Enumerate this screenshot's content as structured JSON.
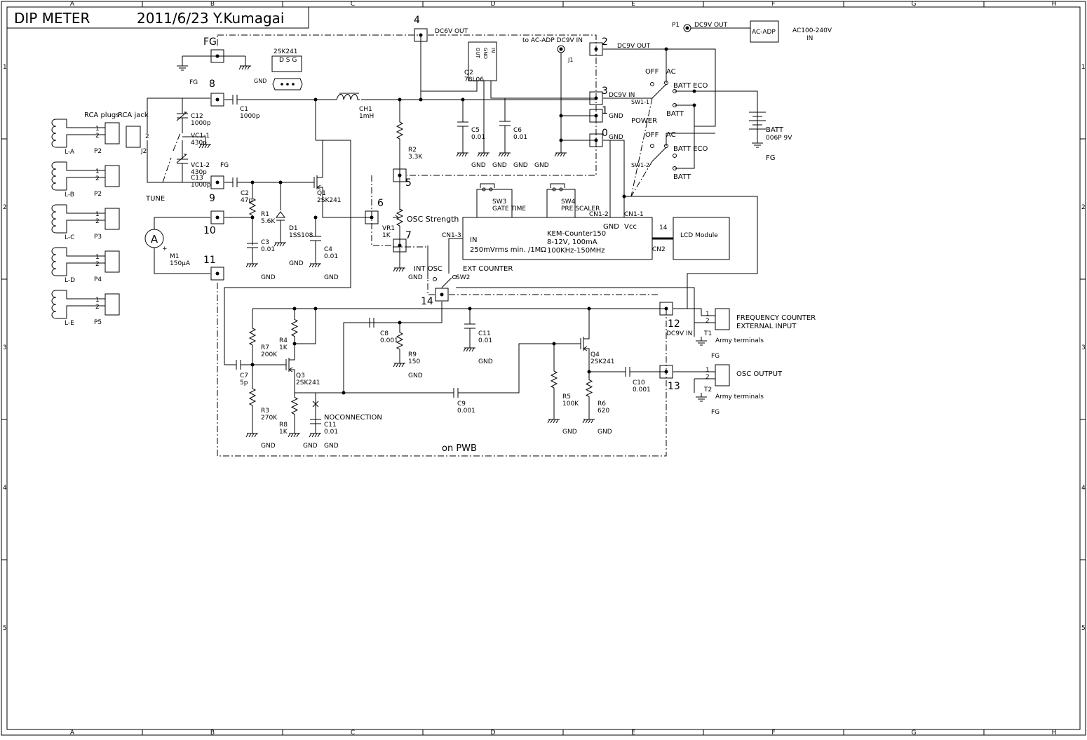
{
  "title_block": {
    "title": "DIP METER",
    "date_author": "2011/6/23 Y.Kumagai"
  },
  "frame": {
    "cols": [
      "A",
      "B",
      "C",
      "D",
      "E",
      "F",
      "G",
      "H"
    ],
    "rows": [
      "1",
      "2",
      "3",
      "4",
      "5"
    ]
  },
  "labels": {
    "rca_plugs": "RCA plugs",
    "rca_jack": "RCA jack",
    "tune": "TUNE",
    "j2": "J2",
    "j1": "J1",
    "on_pwb": "on PWB",
    "noconnection": "NOCONNECTION",
    "osc_strength": "OSC Strength",
    "int_osc": "INT OSC",
    "ext_counter": "EXT COUNTER",
    "freq_counter_1": "FREQUENCY COUNTER",
    "freq_counter_2": "EXTERNAL INPUT",
    "osc_output": "OSC OUTPUT",
    "army_terminals": "Army terminals",
    "lcd_module": "LCD Module",
    "power": "POWER",
    "off": "OFF",
    "ac": "AC",
    "batt_eco": "BATT ECO",
    "batt": "BATT",
    "sw1_1": "SW1-1",
    "sw1_2": "SW1-2",
    "sw2": "SW2",
    "cn1_1": "CN1-1",
    "cn1_2": "CN1-2",
    "cn1_3": "CN1-3",
    "cn2": "CN2",
    "vcc": "Vcc",
    "gnd": "GND",
    "fg": "FG",
    "dc6v_out": "DC6V OUT",
    "dc9v_out": "DC9V OUT",
    "dc9v_in": "DC9V IN",
    "to_ac_adp": "to AC-ADP DC9V IN",
    "ac_adp": "AC-ADP",
    "ac_in_1": "AC100-240V",
    "ac_in_2": "IN",
    "batt_name": "BATT",
    "batt_type": "006P 9V",
    "counter_in": "IN",
    "counter_in_spec": "250mVrms min. /1MΩ",
    "counter_model": "KEM-Counter150",
    "counter_power": "8-12V, 100mA",
    "counter_range": "100KHz-150MHz",
    "sw3": "SW3",
    "gate_time": "GATE TIME",
    "sw4": "SW4",
    "pre_scaler": "PRE SCALER",
    "fet_pinout": "2SK241",
    "fet_pins": "D S G",
    "reg_pins": [
      "OUT",
      "GND",
      "IN"
    ],
    "meter_symbol": "A",
    "m1": "M1",
    "m1_val": "150μA",
    "bus14": "14",
    "pin_1": "1",
    "pin_2": "2"
  },
  "terminals": [
    "FG",
    "8",
    "9",
    "10",
    "11",
    "4",
    "2",
    "3",
    "1",
    "0",
    "5",
    "6",
    "7",
    "14",
    "12",
    "13"
  ],
  "coils": [
    {
      "name": "L-A",
      "plug": "P2"
    },
    {
      "name": "L-B",
      "plug": "P2"
    },
    {
      "name": "L-C",
      "plug": "P3"
    },
    {
      "name": "L-D",
      "plug": "P4"
    },
    {
      "name": "L-E",
      "plug": "P5"
    }
  ],
  "components": {
    "C1": [
      "C1",
      "1000p"
    ],
    "C2": [
      "C2",
      "47p"
    ],
    "C3": [
      "C3",
      "0.01"
    ],
    "C4": [
      "C4",
      "0.01"
    ],
    "C5": [
      "C5",
      "0.01"
    ],
    "C6": [
      "C6",
      "0.01"
    ],
    "C7": [
      "C7",
      "5p"
    ],
    "C8": [
      "C8",
      "0.001"
    ],
    "C9": [
      "C9",
      "0.001"
    ],
    "C10": [
      "C10",
      "0.001"
    ],
    "C11a": [
      "C11",
      "0.01"
    ],
    "C11b": [
      "C11",
      "0.01"
    ],
    "C12": [
      "C12",
      "1000p"
    ],
    "C13": [
      "C13",
      "1000p"
    ],
    "VC1_1": [
      "VC1-1",
      "430p"
    ],
    "VC1_2": [
      "VC1-2",
      "430p"
    ],
    "CH1": [
      "CH1",
      "1mH"
    ],
    "R1": [
      "R1",
      "5.6K"
    ],
    "R2": [
      "R2",
      "3.3K"
    ],
    "R3": [
      "R3",
      "270K"
    ],
    "R4": [
      "R4",
      "1K"
    ],
    "R5": [
      "R5",
      "100K"
    ],
    "R6": [
      "R6",
      "620"
    ],
    "R7": [
      "R7",
      "200K"
    ],
    "R8": [
      "R8",
      "1K"
    ],
    "R9": [
      "R9",
      "150"
    ],
    "VR1": [
      "VR1",
      "1K"
    ],
    "D1": [
      "D1",
      "1SS108"
    ],
    "Q1": [
      "Q1",
      "2SK241"
    ],
    "Q2": [
      "Q2",
      "78L06"
    ],
    "Q3": [
      "Q3",
      "2SK241"
    ],
    "Q4": [
      "Q4",
      "2SK241"
    ],
    "T1": [
      "T1"
    ],
    "T2": [
      "T2"
    ],
    "P1": [
      "P1"
    ],
    "J1": [
      "J1"
    ]
  }
}
